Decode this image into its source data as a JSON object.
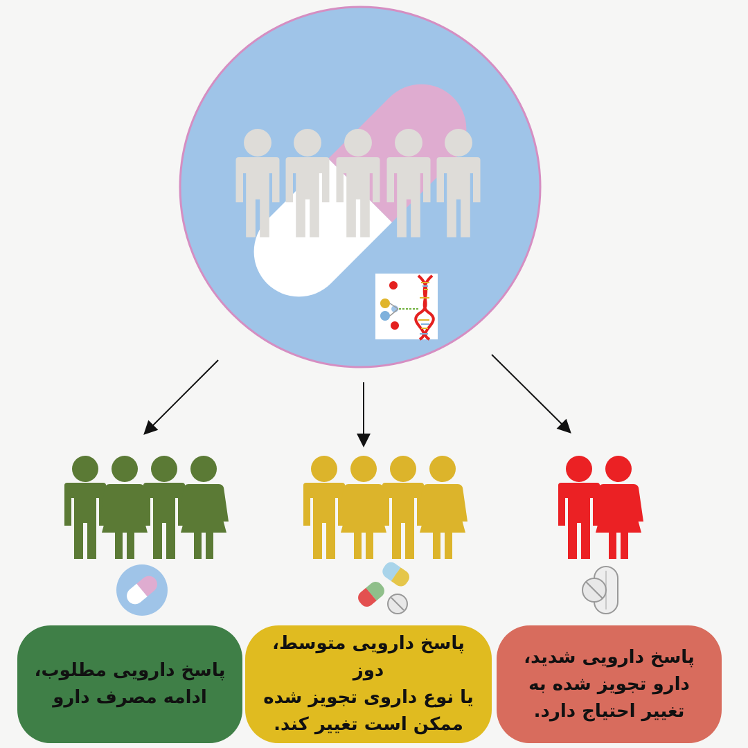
{
  "colors": {
    "background": "#f6f6f5",
    "circle_fill": "#9fc4e8",
    "circle_border": "#d58ec2",
    "capsule_pink": "#dfacd0",
    "capsule_white": "#ffffff",
    "people_light": "#dedcd8",
    "green": "#5b7a35",
    "yellow": "#dcb42b",
    "red": "#eb2124",
    "box_green": "#3f7f47",
    "box_yellow": "#e0bb20",
    "box_red": "#d86c5d",
    "arrow": "#111111"
  },
  "icons": {
    "center": "capsule-with-people-icon",
    "dna": "dna-molecule-icon",
    "left_pill": "capsule-icon",
    "middle_pills": "mixed-pills-icon",
    "right_pills": "white-tablets-icon"
  },
  "groups": [
    {
      "id": "good",
      "people_count": 4,
      "text": "پاسخ دارویی مطلوب،\nادامه مصرف دارو"
    },
    {
      "id": "moderate",
      "people_count": 4,
      "text": "پاسخ دارویی متوسط، دوز\nیا نوع داروی تجویز  شده\nممکن است تغییر کند."
    },
    {
      "id": "severe",
      "people_count": 2,
      "text": "پاسخ دارویی شدید،\nدارو تجویز شده به\nتغییر احتیاج دارد."
    }
  ]
}
